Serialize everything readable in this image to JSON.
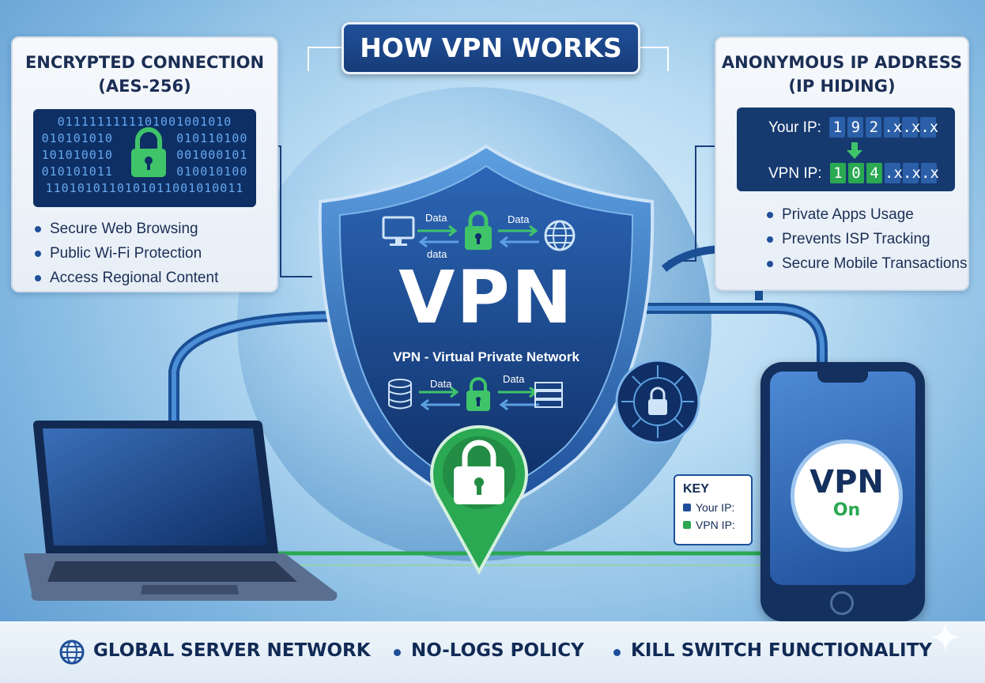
{
  "title": "HOW VPN WORKS",
  "left_panel": {
    "title_line1": "ENCRYPTED CONNECTION",
    "title_line2": "(AES-256)",
    "binary_lines": [
      "0111111111101001001010",
      "010101010        010110100",
      "101010010        001000101",
      "010101011        010010100",
      "1101010110101011001010011"
    ],
    "bullets": [
      "Secure Web Browsing",
      "Public Wi-Fi Protection",
      "Access Regional Content"
    ]
  },
  "right_panel": {
    "title_line1": "ANONYMOUS IP ADDRESS",
    "title_line2": "(IP HIDING)",
    "your_ip_label": "Your IP:",
    "your_ip_chars": [
      "1",
      "9",
      "2",
      ".x",
      ".x",
      ".x"
    ],
    "vpn_ip_label": "VPN IP:",
    "vpn_ip_chars": [
      "1",
      "0",
      "4",
      ".x",
      ".x",
      ".x"
    ],
    "bullets": [
      "Private Apps Usage",
      "Prevents ISP Tracking",
      "Secure Mobile Transactions"
    ]
  },
  "shield": {
    "big_label": "VPN",
    "subtitle": "VPN - Virtual Private Network",
    "top_flow": {
      "label_upper": "Data",
      "label_lower": "data",
      "label_right": "Data"
    },
    "bottom_flow": {
      "label_left": "Data",
      "label_right": "Data"
    }
  },
  "phone": {
    "vpn_label": "VPN",
    "status": "On"
  },
  "key_box": {
    "title": "KEY",
    "items": [
      {
        "label": "Your IP:",
        "color": "#1f4f99"
      },
      {
        "label": "VPN IP:",
        "color": "#2aa852"
      }
    ]
  },
  "bottom_features": [
    "GLOBAL SERVER NETWORK",
    "NO-LOGS POLICY",
    "KILL SWITCH FUNCTIONALITY"
  ],
  "colors": {
    "navy": "#1f4f99",
    "dark_navy": "#112a55",
    "green": "#2aa852",
    "light_blue": "#66a8f0"
  },
  "icons": [
    "padlock-icon",
    "monitor-icon",
    "globe-icon",
    "server-icon",
    "network-lock-icon",
    "location-pin-icon",
    "sparkle-icon",
    "laptop-icon",
    "smartphone-icon"
  ]
}
